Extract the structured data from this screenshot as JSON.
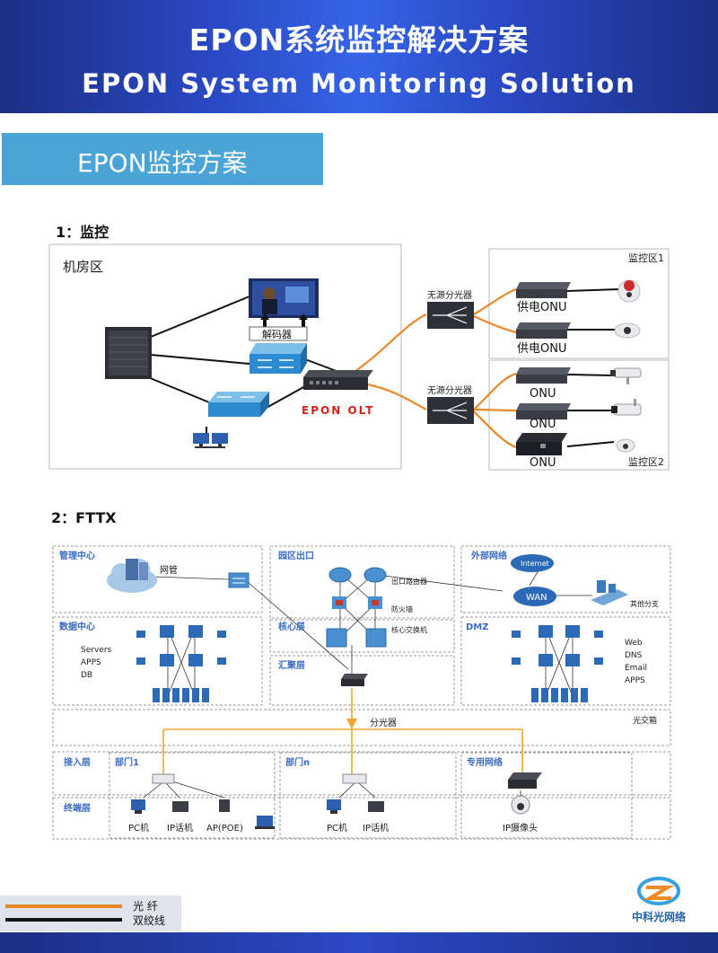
{
  "header": {
    "title_cn": "EPON系统监控解决方案",
    "title_en": "EPON System Monitoring Solution"
  },
  "section_title": "EPON监控方案",
  "part1": {
    "heading": "1：监控",
    "room_label": "机房区",
    "decoder_label": "解码器",
    "olt_label": "EPON OLT",
    "splitter1_label": "无源分光器",
    "splitter2_label": "无源分光器",
    "zone1_label": "监控区1",
    "zone2_label": "监控区2",
    "onu_labels": [
      "供电ONU",
      "供电ONU",
      "ONU",
      "ONU",
      "ONU"
    ]
  },
  "part2": {
    "heading": "2：FTTX",
    "mgmt_center": "管理中心",
    "nms_label": "网管",
    "park_exit": "园区出口",
    "exit_router": "出口路由器",
    "firewall": "防火墙",
    "core_switch": "核心交换机",
    "external_net": "外部网络",
    "internet": "Internet",
    "wan": "WAN",
    "other_branch": "其他分支",
    "data_center": "数据中心",
    "dc_services": [
      "Servers",
      "APPS",
      "DB"
    ],
    "core_layer": "核心层",
    "dmz": "DMZ",
    "dmz_services": [
      "Web",
      "DNS",
      "Email",
      "APPS"
    ],
    "agg_layer": "汇聚层",
    "splitter": "分光器",
    "fiber_box": "光交箱",
    "access_layer": "接入层",
    "terminal_layer": "终端层",
    "dept1": "部门1",
    "deptn": "部门n",
    "dedicated_net": "专用网络",
    "dept1_devices": [
      "PC机",
      "IP话机",
      "AP(POE)"
    ],
    "deptn_devices": [
      "PC机",
      "IP话机"
    ],
    "camera_label": "IP摄像头"
  },
  "legend": {
    "fiber": "光  纤",
    "twisted": "双绞线"
  },
  "logo_text": "中科光网络",
  "colors": {
    "header_blue": "#2a49c4",
    "section_blue": "#4aa4d8",
    "fiber_orange": "#e8892b",
    "twisted_black": "#111111",
    "olt_red": "#d0241c",
    "zone_label_blue": "#3a6cc4"
  }
}
